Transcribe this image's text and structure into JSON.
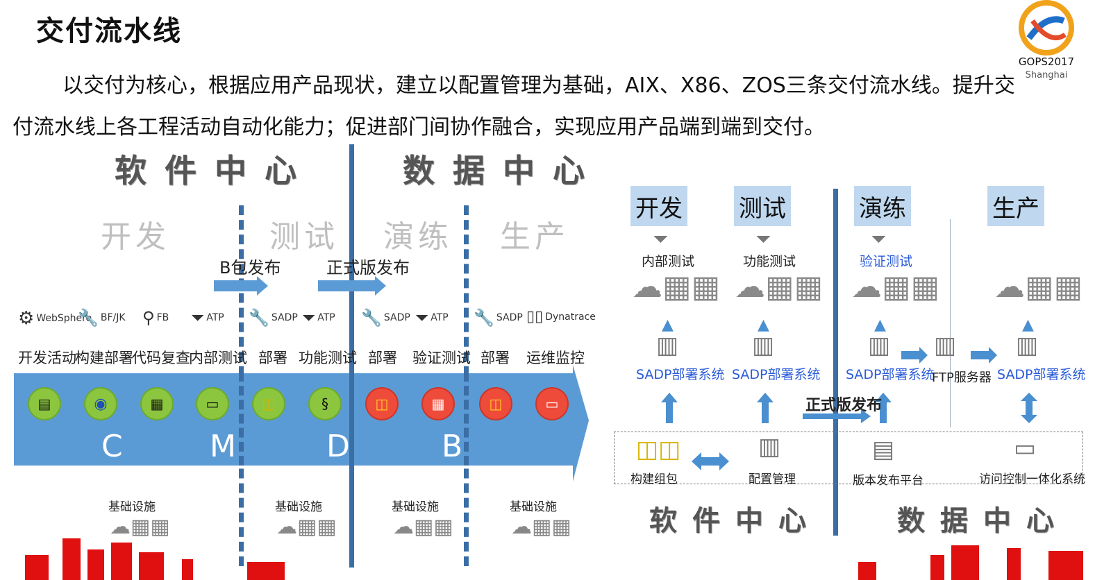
{
  "title": "交付流水线",
  "paragraph": {
    "line1": "以交付为核心，根据应用产品现状，建立以配置管理为基础，AIX、X86、ZOS三条交付流水线。提升交",
    "line2": "付流水线上各工程活动自动化能力；促进部门间协作融合，实现应用产品端到端到交付。"
  },
  "logo": {
    "text": "GOPS2017",
    "sub": "Shanghai"
  },
  "left_diagram": {
    "headers": [
      "软件中心",
      "数据中心"
    ],
    "phases": [
      "开发",
      "测试",
      "演练",
      "生产"
    ],
    "releases": [
      "B包发布",
      "正式版发布"
    ],
    "tools": [
      "WebSphere",
      "BF/JK",
      "FB",
      "ATP",
      "SADP",
      "ATP",
      "SADP",
      "ATP",
      "SADP",
      "Dynatrace"
    ],
    "activities": [
      "开发活动",
      "构建部署",
      "代码复查",
      "内部测试",
      "部署",
      "功能测试",
      "部署",
      "验证测试",
      "部署",
      "运维监控"
    ],
    "letters": [
      "C",
      "M",
      "D",
      "B"
    ],
    "infra": [
      "基础设施",
      "基础设施",
      "基础设施",
      "基础设施"
    ],
    "colors": {
      "band": "#5b9bd5",
      "green": "#8cc63f",
      "red": "#ef4b3a",
      "divider": "#3a6ea5"
    }
  },
  "right_diagram": {
    "stages": [
      "开发",
      "测试",
      "演练",
      "生产"
    ],
    "tests": [
      "内部测试",
      "功能测试",
      "验证测试"
    ],
    "sadp": [
      "SADP部署系统",
      "SADP部署系统",
      "SADP部署系统",
      "SADP部署系统"
    ],
    "ftp": "FTP服务器",
    "release": "正式版发布",
    "bottom": [
      "构建组包",
      "配置管理",
      "版本发布平台",
      "访问控制一体化系统"
    ],
    "footer": [
      "软件中心",
      "数据中心"
    ]
  }
}
